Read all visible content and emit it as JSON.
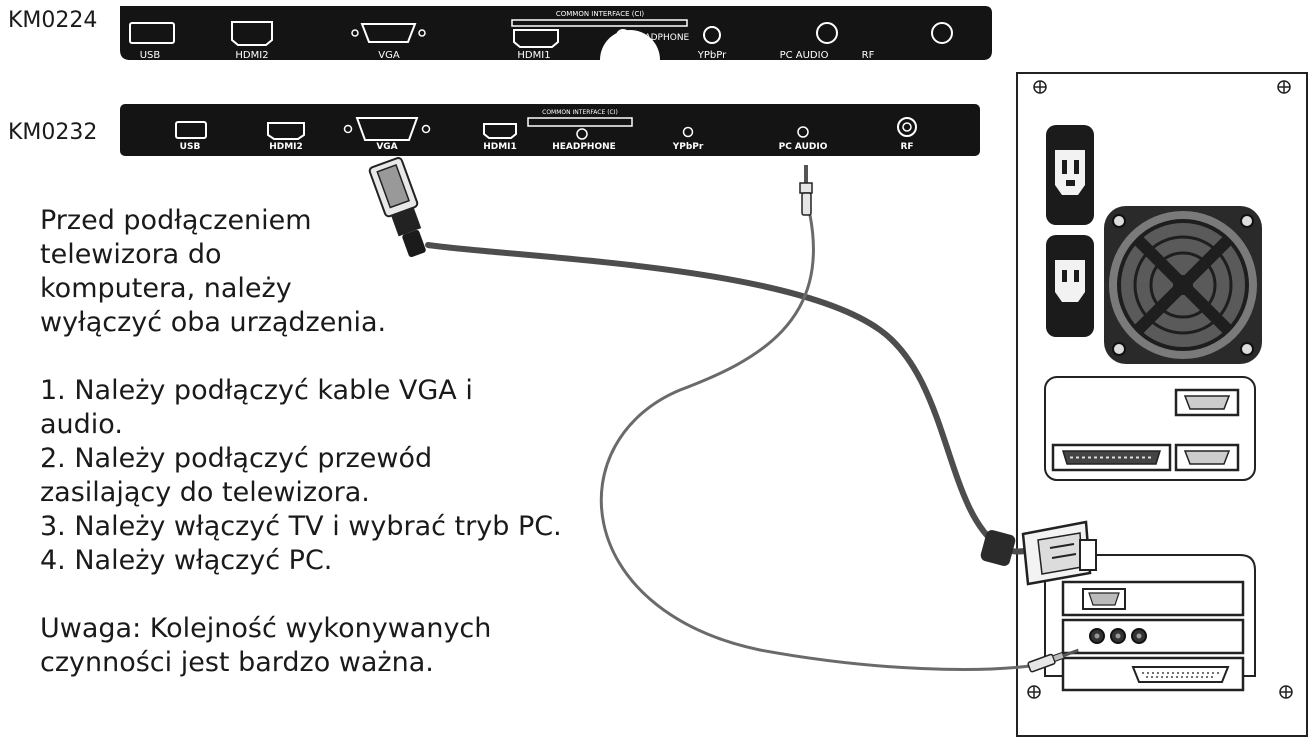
{
  "panels": [
    {
      "model": "KM0224",
      "common_interface": "COMMON INTERFACE (CI)",
      "headphone": "HEADPHONE",
      "ports": [
        "USB",
        "HDMI2",
        "VGA",
        "HDMI1",
        "YPbPr",
        "PC AUDIO",
        "RF"
      ]
    },
    {
      "model": "KM0232",
      "common_interface": "COMMON INTERFACE (CI)",
      "headphone": "HEADPHONE",
      "ports": [
        "USB",
        "HDMI2",
        "VGA",
        "HDMI1",
        "YPbPr",
        "PC AUDIO",
        "RF"
      ]
    }
  ],
  "instructions": {
    "intro": [
      "Przed podłączeniem",
      "telewizora do",
      "komputera, należy",
      "wyłączyć oba urządzenia."
    ],
    "steps": [
      "1. Należy podłączyć kable VGA i",
      "audio.",
      "2. Należy podłączyć przewód",
      "zasilający do telewizora.",
      "3. Należy włączyć TV i wybrać tryb PC.",
      "4. Należy włączyć PC."
    ],
    "note": [
      "Uwaga: Kolejność wykonywanych",
      "czynności jest bardzo ważna."
    ]
  }
}
